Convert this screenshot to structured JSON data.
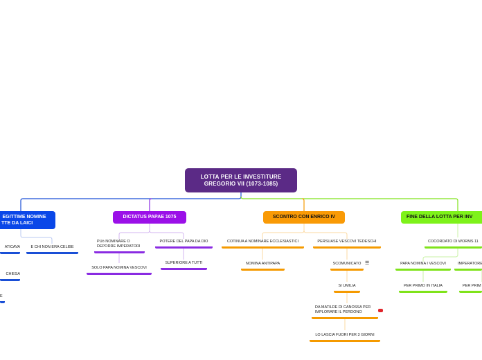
{
  "root": {
    "title_line1": "LOTTA PER LE INVESTITURE",
    "title_line2": "GREGORIO VII (1073-1085)"
  },
  "branches": {
    "b1": {
      "line1": "EGITTIME NOMINE",
      "line2": "TTE DA LAICI",
      "color": "#0a47e8"
    },
    "b2": {
      "label": "DICTATUS PAPAE 1075",
      "color": "#9b10e8"
    },
    "b3": {
      "label": "SCONTRO CON ENRICO IV",
      "color": "#f99a06"
    },
    "b4": {
      "label": "FINE DELLA LOTTA PER INV",
      "color": "#7ef21a"
    }
  },
  "leaves": {
    "b1": {
      "l1": "ATICAVA",
      "l2": "E CHI NON ERA CELIBE",
      "l3": "CHIESA",
      "l4": "E"
    },
    "b2": {
      "l1_line1": "PUò NOMINARE O",
      "l1_line2": "DEPORRE IMPERATORI",
      "l2": "POTERE DEL PAPA DA DIO",
      "l3": "SOLO PAPA NOMINA VESCOVI",
      "l4": "SUPERIORE A TUTTI"
    },
    "b3": {
      "l1": "COTINUA A NOMINARE ECCLESIASTICI",
      "l2": "PERSUASE VESCOVI TEDESCHI",
      "l3": "NOMINA ANTIPAPA",
      "l4": "SCOMUNICATO",
      "l5": "SI UMILIA",
      "l6_line1": "DA MATILDE DI CANOSSA PER",
      "l6_line2": "IMPLORARE IL PERDONO",
      "l7": "LO LASCIA FUORI PER 3 GIORNI"
    },
    "b4": {
      "l1": "COCORDATO DI WORMS 11",
      "l2": "PAPA NOMINA I VESCOVI",
      "l3": "IMPERATORE",
      "l4": "PER PRIMO IN ITALIA",
      "l5": "PER PRIM"
    }
  },
  "icons": {
    "note": "notes-icon",
    "attachment": "attachment-icon"
  }
}
